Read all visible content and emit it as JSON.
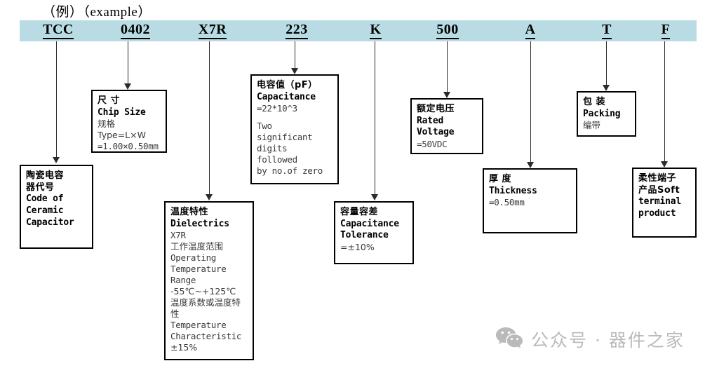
{
  "title": "（例）（example）",
  "code_band": {
    "background_color": "#b9dce4",
    "segments": [
      {
        "label": "TCC",
        "name": "code-segment-tcc"
      },
      {
        "label": "0402",
        "name": "code-segment-0402"
      },
      {
        "label": "X7R",
        "name": "code-segment-x7r"
      },
      {
        "label": "223",
        "name": "code-segment-223"
      },
      {
        "label": "K",
        "name": "code-segment-k"
      },
      {
        "label": "500",
        "name": "code-segment-500"
      },
      {
        "label": "A",
        "name": "code-segment-a"
      },
      {
        "label": "T",
        "name": "code-segment-t"
      },
      {
        "label": "F",
        "name": "code-segment-f"
      }
    ]
  },
  "boxes": {
    "ceramic_capacitor": {
      "lines": [
        "陶瓷电容",
        "器代号",
        "Code of",
        "Ceramic",
        "Capacitor"
      ]
    },
    "chip_size": {
      "lines": [
        "尺 寸",
        "Chip Size",
        "规格 Type=L×W",
        "=1.00×0.50mm"
      ]
    },
    "dielectrics": {
      "lines": [
        "温度特性",
        "Dielectrics",
        "X7R",
        "工作温度范围",
        "Operating",
        "Temperature Range",
        "-55℃~+125℃",
        "温度系数或温度特",
        "性",
        "Temperature",
        "Characteristic",
        "±15%"
      ]
    },
    "capacitance": {
      "lines": [
        "电容值（pF）",
        "Capacitance",
        "=22*10^3",
        "",
        "Two significant",
        "digits followed",
        "by no.of zero"
      ]
    },
    "capacitance_tolerance": {
      "lines": [
        "容量容差",
        "Capacitance",
        "Tolerance",
        "=±10%"
      ]
    },
    "rated_voltage": {
      "lines": [
        "额定电压",
        "Rated",
        "Voltage",
        "=50VDC"
      ]
    },
    "thickness": {
      "lines": [
        "厚 度",
        "Thickness",
        "=0.50mm"
      ]
    },
    "packing": {
      "lines": [
        "包 装",
        "Packing",
        "编带"
      ]
    },
    "soft_terminal": {
      "lines": [
        "柔性端子",
        "产品Soft",
        "terminal",
        "product"
      ]
    }
  },
  "watermark": {
    "text": "公众号 · 器件之家",
    "icon": "wechat-icon",
    "color": "#b5b5b5"
  }
}
